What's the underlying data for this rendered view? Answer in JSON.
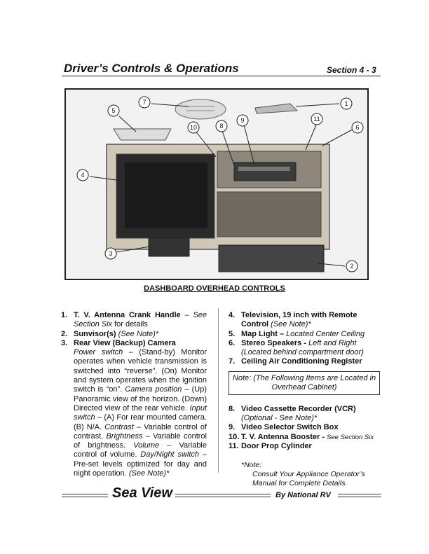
{
  "header": {
    "title": "Driver’s Controls & Operations",
    "section": "Section 4 - 3"
  },
  "photo": {
    "callouts": [
      "1",
      "2",
      "3",
      "4",
      "5",
      "6",
      "7",
      "8",
      "9",
      "10",
      "11"
    ]
  },
  "caption": "DASHBOARD OVERHEAD CONTROLS",
  "left_items": [
    {
      "num": "1.",
      "title": "T. V. Antenna Crank Handle",
      "sep": " – ",
      "desc_italic": "See Section Six",
      "desc_plain": " for details"
    },
    {
      "num": "2.",
      "title": "Sunvisor(s)",
      "sep": " ",
      "desc_italic": "(See Note)*",
      "desc_plain": ""
    },
    {
      "num": "3.",
      "title": "Rear View (Backup) Camera",
      "sep": "",
      "desc_italic": "",
      "desc_plain": ""
    }
  ],
  "camera": {
    "power_label": "Power switch",
    "power_text": " – (Stand-by) Monitor operates when vehicle transmission is switched into “reverse”. (On) Monitor and system operates when the ignition switch is “on”. ",
    "position_label": "Camera position",
    "position_text": " – (Up) Panoramic view of the horizon. (Down) Directed view of the rear vehicle. ",
    "input_label": "Input switch",
    "input_text": " – (A) For rear mounted camera. (B) N/A. ",
    "contrast_label": "Contrast",
    "contrast_text": " – Variable control of contrast. ",
    "brightness_label": "Brightness",
    "brightness_text": " – Variable control of brightness. ",
    "volume_label": "Volume",
    "volume_text": " – Variable control of volume. ",
    "daynight_label": "Day/Night switch",
    "daynight_text": " – Pre-set levels optimized for day and night operation. ",
    "note": "(See Note)*"
  },
  "right_items_a": [
    {
      "num": "4.",
      "title": "Television, 19 inch with Remote Control",
      "sep": " ",
      "desc": "(See Note)*"
    },
    {
      "num": "5.",
      "title": "Map Light –",
      "sep": " ",
      "desc": "Located Center Ceiling"
    },
    {
      "num": "6.",
      "title": "Stereo Speakers -",
      "sep": " ",
      "desc": "Left and Right (Located behind compartment door)"
    },
    {
      "num": "7.",
      "title": "Ceiling Air Conditioning Register",
      "sep": "",
      "desc": ""
    }
  ],
  "note_box": "Note: (The Following Items are Located in Overhead Cabinet)",
  "right_items_b": [
    {
      "num": "8.",
      "title": "Video Cassette Recorder (VCR)",
      "sep": "",
      "desc": ""
    },
    {
      "num": "",
      "title": "",
      "sep": "",
      "desc": "(Optional - See Note)*"
    },
    {
      "num": "9.",
      "title": "Video Selector Switch Box",
      "sep": "",
      "desc": ""
    },
    {
      "num": "10.",
      "title": "T. V. Antenna Booster -",
      "sep": " ",
      "desc": "See Section Six",
      "small": true
    },
    {
      "num": "11.",
      "title": "Door Prop Cylinder",
      "sep": "",
      "desc": ""
    }
  ],
  "footnote": {
    "label": "*Note:",
    "text": "Consult Your Appliance Operator’s Manual for Complete Details."
  },
  "footer": {
    "logo": "Sea View",
    "by": "By National RV"
  }
}
